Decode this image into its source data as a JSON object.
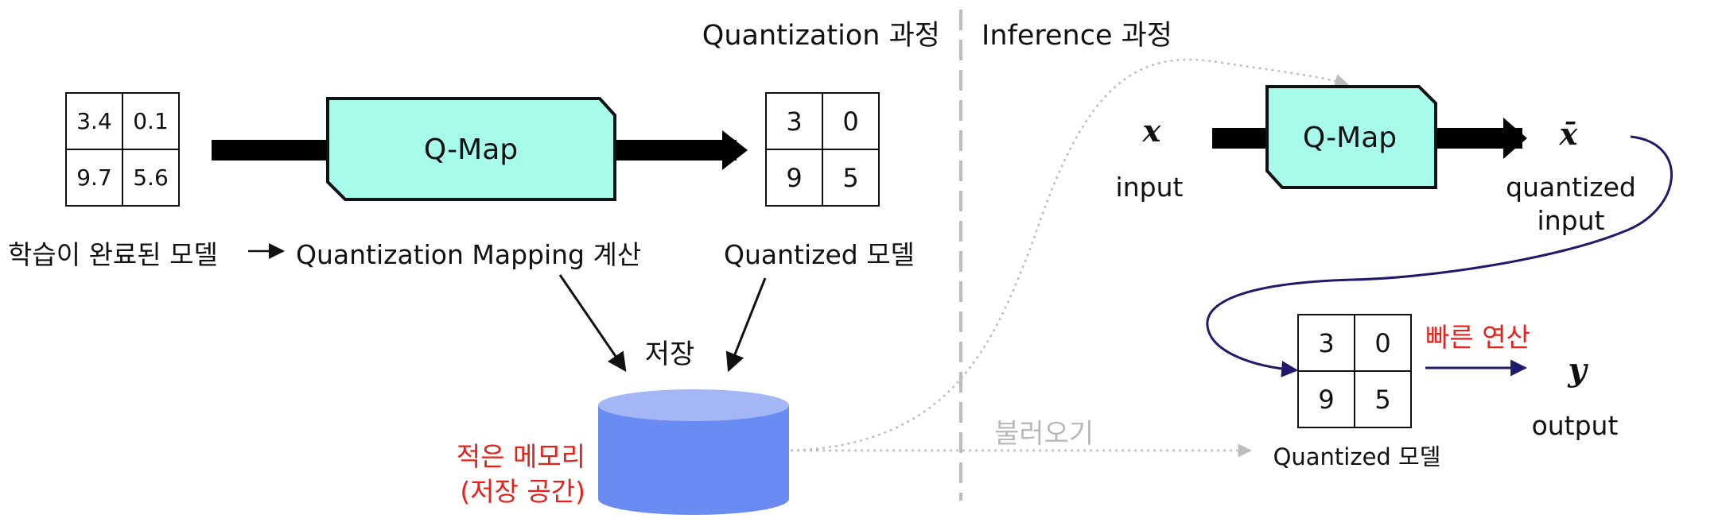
{
  "headers": {
    "quantization": "Quantization 과정",
    "inference": "Inference 과정"
  },
  "trained_grid": [
    "3.4",
    "0.1",
    "9.7",
    "5.6"
  ],
  "quantized_grid": [
    "3",
    "0",
    "9",
    "5"
  ],
  "qmap_label": "Q-Map",
  "labels": {
    "trained_model": "학습이 완료된 모델",
    "mapping_calc": "Quantization Mapping 계산",
    "quantized_model": "Quantized 모델",
    "store": "저장",
    "small_memory_1": "적은 메모리",
    "small_memory_2": "(저장 공간)",
    "load": "불러오기"
  },
  "inference": {
    "x_symbol": "x",
    "input_label": "input",
    "qmap_label": "Q-Map",
    "xbar_symbol": "x̄",
    "quantized_input_1": "quantized",
    "quantized_input_2": "input",
    "grid": [
      "3",
      "0",
      "9",
      "5"
    ],
    "model_label": "Quantized 모델",
    "fast_op": "빠른 연산",
    "y_symbol": "y",
    "output_label": "output"
  },
  "colors": {
    "qmap_fill": "#a6fbea",
    "cylinder_body": "#6a8bf2",
    "cylinder_top": "#a4b6f6",
    "accent_red": "#e8201a",
    "navy": "#1f1a6b",
    "gray": "#b9b9b9"
  }
}
